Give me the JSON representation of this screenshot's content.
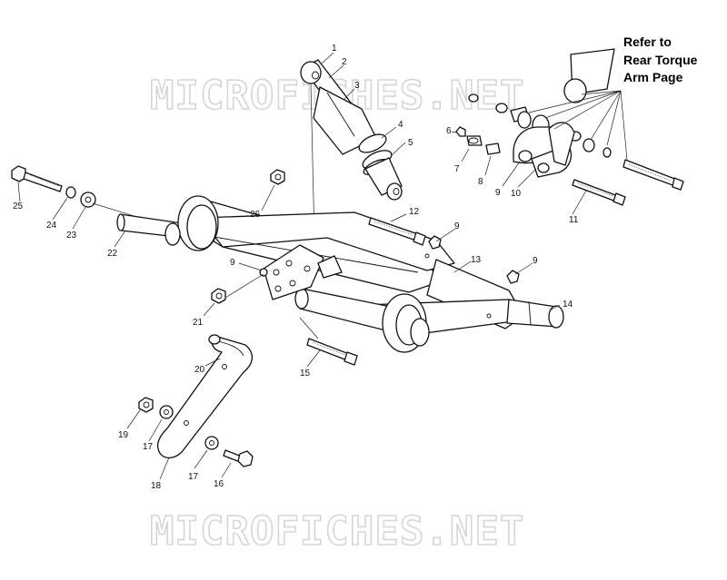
{
  "note": {
    "lines": [
      "Refer to",
      "Rear Torque",
      "Arm Page"
    ]
  },
  "watermark": {
    "top": "MICROFICHES.NET",
    "bottom": "MICROFICHES.NET"
  },
  "callouts": {
    "c1": "1",
    "c2": "2",
    "c3": "3",
    "c4": "4",
    "c5": "5",
    "c6": "6",
    "c7": "7",
    "c8": "8",
    "c9a": "9",
    "c10": "10",
    "c11": "11",
    "c12": "12",
    "c9b": "9",
    "c13": "13",
    "c9c": "9",
    "c14": "14",
    "c15": "15",
    "c9d": "9",
    "c21": "21",
    "c20": "20",
    "c19": "19",
    "c17a": "17",
    "c17b": "17",
    "c18": "18",
    "c16": "16",
    "c22": "22",
    "c23": "23",
    "c24": "24",
    "c25": "25",
    "c26": "26"
  }
}
